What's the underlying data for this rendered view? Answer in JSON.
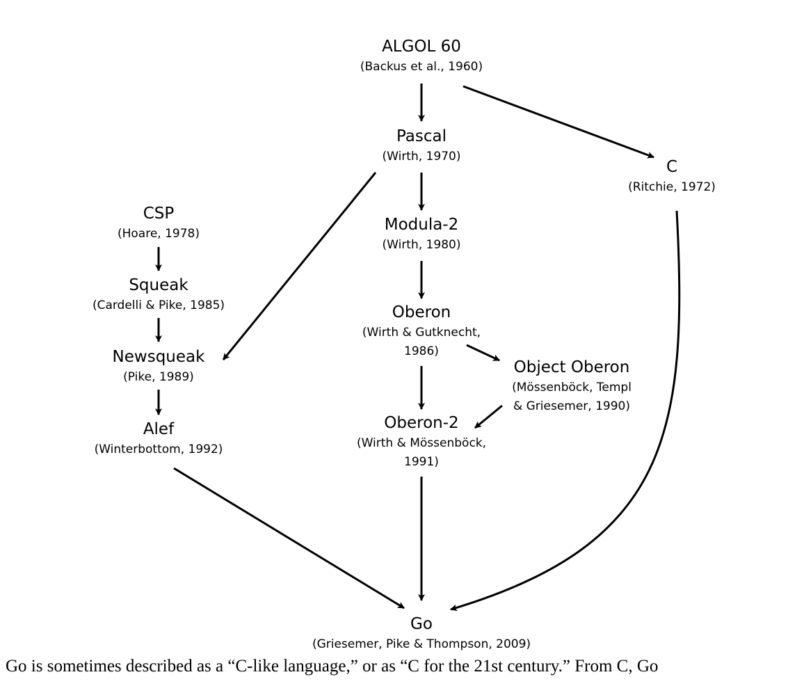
{
  "nodes": {
    "algol": {
      "name": "ALGOL 60",
      "cite": [
        "(Backus et al., 1960)"
      ]
    },
    "pascal": {
      "name": "Pascal",
      "cite": [
        "(Wirth, 1970)"
      ]
    },
    "c": {
      "name": "C",
      "cite": [
        "(Ritchie, 1972)"
      ]
    },
    "csp": {
      "name": "CSP",
      "cite": [
        "(Hoare, 1978)"
      ]
    },
    "modula2": {
      "name": "Modula-2",
      "cite": [
        "(Wirth, 1980)"
      ]
    },
    "squeak": {
      "name": "Squeak",
      "cite": [
        "(Cardelli & Pike, 1985)"
      ]
    },
    "oberon": {
      "name": "Oberon",
      "cite": [
        "(Wirth & Gutknecht,",
        "1986)"
      ]
    },
    "newsqueak": {
      "name": "Newsqueak",
      "cite": [
        "(Pike, 1989)"
      ]
    },
    "objectoberon": {
      "name": "Object Oberon",
      "cite": [
        "(Mössenböck, Templ",
        "& Griesemer, 1990)"
      ]
    },
    "oberon2": {
      "name": "Oberon-2",
      "cite": [
        "(Wirth & Mössenböck,",
        "1991)"
      ]
    },
    "alef": {
      "name": "Alef",
      "cite": [
        "(Winterbottom, 1992)"
      ]
    },
    "go": {
      "name": "Go",
      "cite": [
        "(Griesemer, Pike & Thompson, 2009)"
      ]
    }
  },
  "edges": [
    {
      "from": "algol",
      "to": "pascal"
    },
    {
      "from": "algol",
      "to": "c"
    },
    {
      "from": "pascal",
      "to": "modula2"
    },
    {
      "from": "pascal",
      "to": "newsqueak"
    },
    {
      "from": "csp",
      "to": "squeak"
    },
    {
      "from": "squeak",
      "to": "newsqueak"
    },
    {
      "from": "newsqueak",
      "to": "alef"
    },
    {
      "from": "modula2",
      "to": "oberon"
    },
    {
      "from": "oberon",
      "to": "objectoberon"
    },
    {
      "from": "oberon",
      "to": "oberon2"
    },
    {
      "from": "objectoberon",
      "to": "oberon2"
    },
    {
      "from": "oberon2",
      "to": "go"
    },
    {
      "from": "alef",
      "to": "go"
    },
    {
      "from": "c",
      "to": "go"
    }
  ],
  "caption": "Go is sometimes described as a “C-like language,” or as “C for the 21st century.”  From C, Go"
}
